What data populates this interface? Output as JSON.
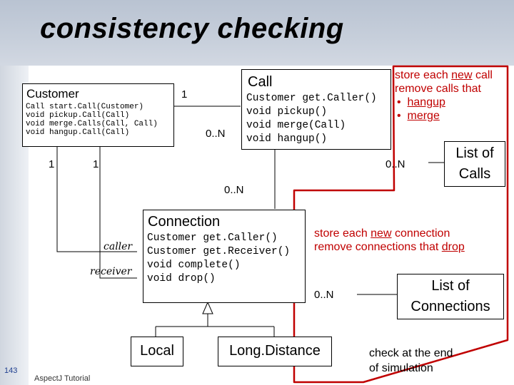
{
  "slide": {
    "title": "consistency checking",
    "number": "143",
    "footer": "AspectJ Tutorial"
  },
  "diagram": {
    "customer": {
      "name": "Customer",
      "operations": [
        "Call start.Call(Customer)",
        "void pickup.Call(Call)",
        "void merge.Calls(Call, Call)",
        "void hangup.Call(Call)"
      ]
    },
    "call": {
      "name": "Call",
      "operations": [
        "Customer get.Caller()",
        "void pickup()",
        "void merge(Call)",
        "void hangup()"
      ]
    },
    "connection": {
      "name": "Connection",
      "operations": [
        "Customer get.Caller()",
        "Customer get.Receiver()",
        "void complete()",
        "void drop()"
      ]
    },
    "subclasses": [
      "Local",
      "Long.Distance"
    ],
    "multiplicities": {
      "customer_call": "1",
      "call_customer": "0..N",
      "customer_left": "1",
      "customer_right": "1",
      "call_connection": "0..N",
      "call_list": "0..N",
      "connection_list": "0..N"
    },
    "roles": {
      "caller": "caller",
      "receiver": "receiver"
    },
    "list_of_calls": [
      "List of",
      "Calls"
    ],
    "list_of_connections": [
      "List of",
      "Connections"
    ]
  },
  "notes": {
    "calls": {
      "lead_before": "store each ",
      "lead_emphasis": "new",
      "lead_after": " call",
      "line2": "remove calls that",
      "bullets": [
        "hangup",
        "merge"
      ]
    },
    "connections": {
      "line1_before": "store each ",
      "line1_emphasis": "new",
      "line1_after": " connection",
      "line2_before": "remove connections that ",
      "line2_emphasis": "drop"
    },
    "end": [
      "check at the end",
      "of simulation"
    ]
  },
  "colors": {
    "highlight": "#c00000",
    "title_band": "#c2cad7"
  }
}
